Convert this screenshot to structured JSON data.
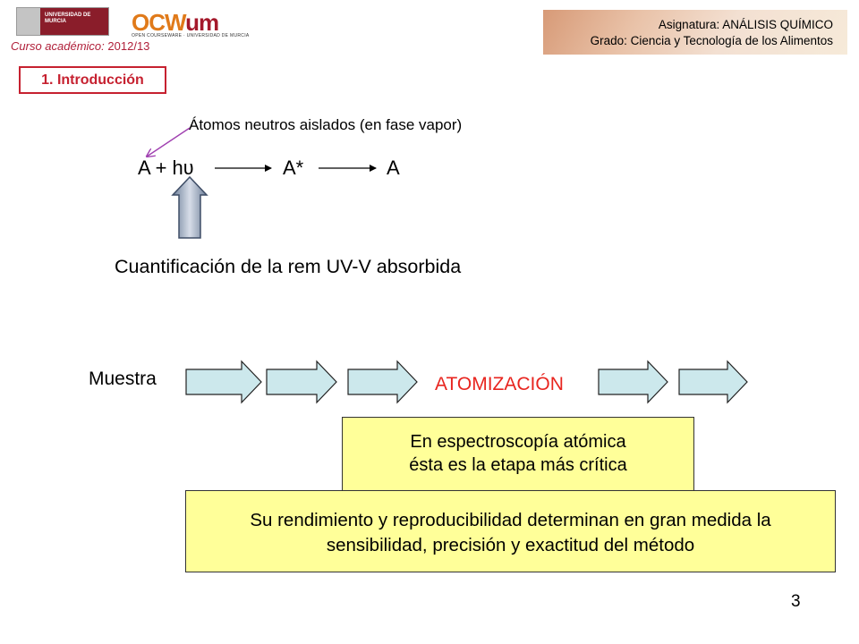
{
  "header": {
    "logo_um_text": "UNIVERSIDAD DE MURCIA",
    "logo_ocw_text": "OCW",
    "logo_ocw_um": "um",
    "logo_ocw_sub": "OPEN COURSEWARE · UNIVERSIDAD DE MURCIA",
    "curso_label": "Curso académico:",
    "curso_value": "2012/13",
    "subject_line1": "Asignatura: ANÁLISIS QUÍMICO",
    "subject_line2": "Grado: Ciencia y Tecnología de los Alimentos"
  },
  "section": {
    "title": "1. Introducción"
  },
  "reaction": {
    "atoms_label": "Átomos neutros aislados (en fase vapor)",
    "reactant": "A + hʋ",
    "intermediate": "A*",
    "product": "A",
    "quantification": "Cuantificación de la rem UV-V absorbida"
  },
  "process": {
    "sample_label": "Muestra",
    "atomization_label": "ATOMIZACIÓN",
    "atomization_color": "#e8251f",
    "arrow_fill": "#cce8ec"
  },
  "notes": {
    "note1_line1": "En espectroscopía atómica",
    "note1_line2": "ésta es la etapa más crítica",
    "note2_line1": "Su rendimiento y reproducibilidad determinan en gran medida la",
    "note2_line2": "sensibilidad, precisión y exactitud del método",
    "note_fill": "#ffff99"
  },
  "footer": {
    "page_number": "3"
  }
}
